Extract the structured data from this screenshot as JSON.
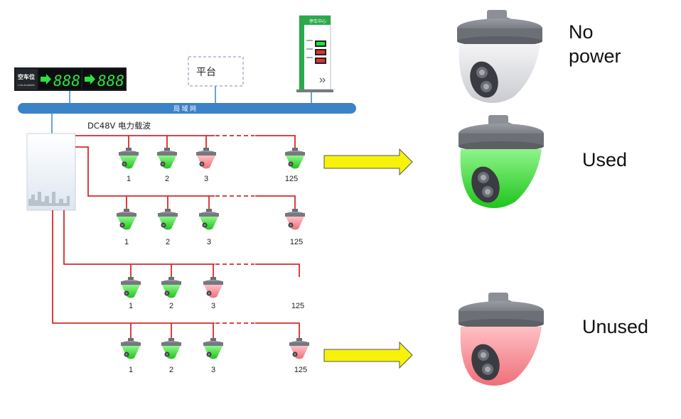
{
  "signboard": {
    "label": "空车位",
    "sublabel": "Lots Available",
    "digits_left": "888",
    "digits_right": "888"
  },
  "platform": {
    "label": "平台"
  },
  "kiosk": {
    "header": "停车中心"
  },
  "lan_bus": {
    "label": "局 域 网"
  },
  "power_label": "DC48V  电力载波",
  "rows": [
    {
      "items": [
        {
          "number": "1",
          "state": "used"
        },
        {
          "number": "2",
          "state": "used"
        },
        {
          "number": "3",
          "state": "unused"
        },
        {
          "number": "125",
          "state": "used"
        }
      ]
    },
    {
      "items": [
        {
          "number": "1",
          "state": "used"
        },
        {
          "number": "2",
          "state": "used"
        },
        {
          "number": "3",
          "state": "used"
        },
        {
          "number": "125",
          "state": "unused"
        }
      ]
    },
    {
      "items": [
        {
          "number": "1",
          "state": "used"
        },
        {
          "number": "2",
          "state": "used"
        },
        {
          "number": "3",
          "state": "unused"
        },
        {
          "number": "125",
          "state": "none"
        }
      ]
    },
    {
      "items": [
        {
          "number": "1",
          "state": "used"
        },
        {
          "number": "2",
          "state": "used"
        },
        {
          "number": "3",
          "state": "used"
        },
        {
          "number": "125",
          "state": "unused"
        }
      ]
    }
  ],
  "legend": {
    "no_power": "No\npower",
    "used": "Used",
    "unused": "Unused"
  },
  "colors": {
    "lan_bus": "#3b82c9",
    "wire": "#d62a2a",
    "used": "#3ed43a",
    "unused": "#f07a82",
    "no_power": "#d6d8dc",
    "arrow": "#f6f20a",
    "signboard_digits": "#2ee040"
  }
}
